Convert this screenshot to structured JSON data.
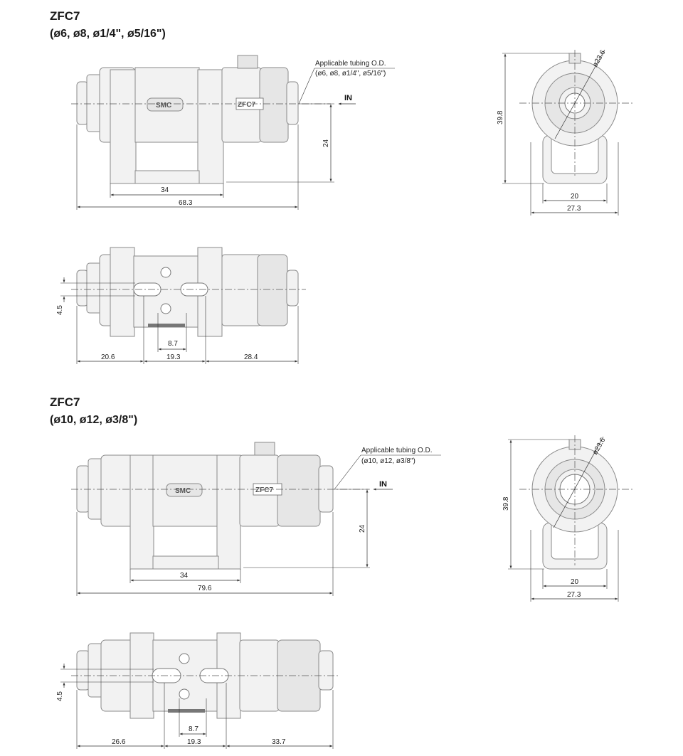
{
  "section1": {
    "model": "ZFC7",
    "sizes": "(ø6, ø8, ø1/4\", ø5/16\")",
    "tubing_label": "Applicable tubing O.D.",
    "tubing_sizes": "(ø6, ø8, ø1/4\", ø5/16\")",
    "in_label": "IN",
    "logo_text": "SMC",
    "body_mark": "ZFC7",
    "dims_front": {
      "d1": "34",
      "d2": "68.3",
      "d3": "24"
    },
    "dims_side": {
      "d1": "39.8",
      "d2": "20",
      "d3": "27.3",
      "d4": "ø23.6"
    },
    "dims_bottom": {
      "d1": "4.5",
      "d2": "8.7",
      "d3": "20.6",
      "d4": "19.3",
      "d5": "28.4"
    }
  },
  "section2": {
    "model": "ZFC7",
    "sizes": "(ø10, ø12, ø3/8\")",
    "tubing_label": "Applicable tubing O.D.",
    "tubing_sizes": "(ø10, ø12, ø3/8\")",
    "in_label": "IN",
    "logo_text": "SMC",
    "body_mark": "ZFC7",
    "dims_front": {
      "d1": "34",
      "d2": "79.6",
      "d3": "24"
    },
    "dims_side": {
      "d1": "39.8",
      "d2": "20",
      "d3": "27.3",
      "d4": "ø23.6"
    },
    "dims_bottom": {
      "d1": "4.5",
      "d2": "8.7",
      "d3": "26.6",
      "d4": "19.3",
      "d5": "33.7"
    }
  }
}
